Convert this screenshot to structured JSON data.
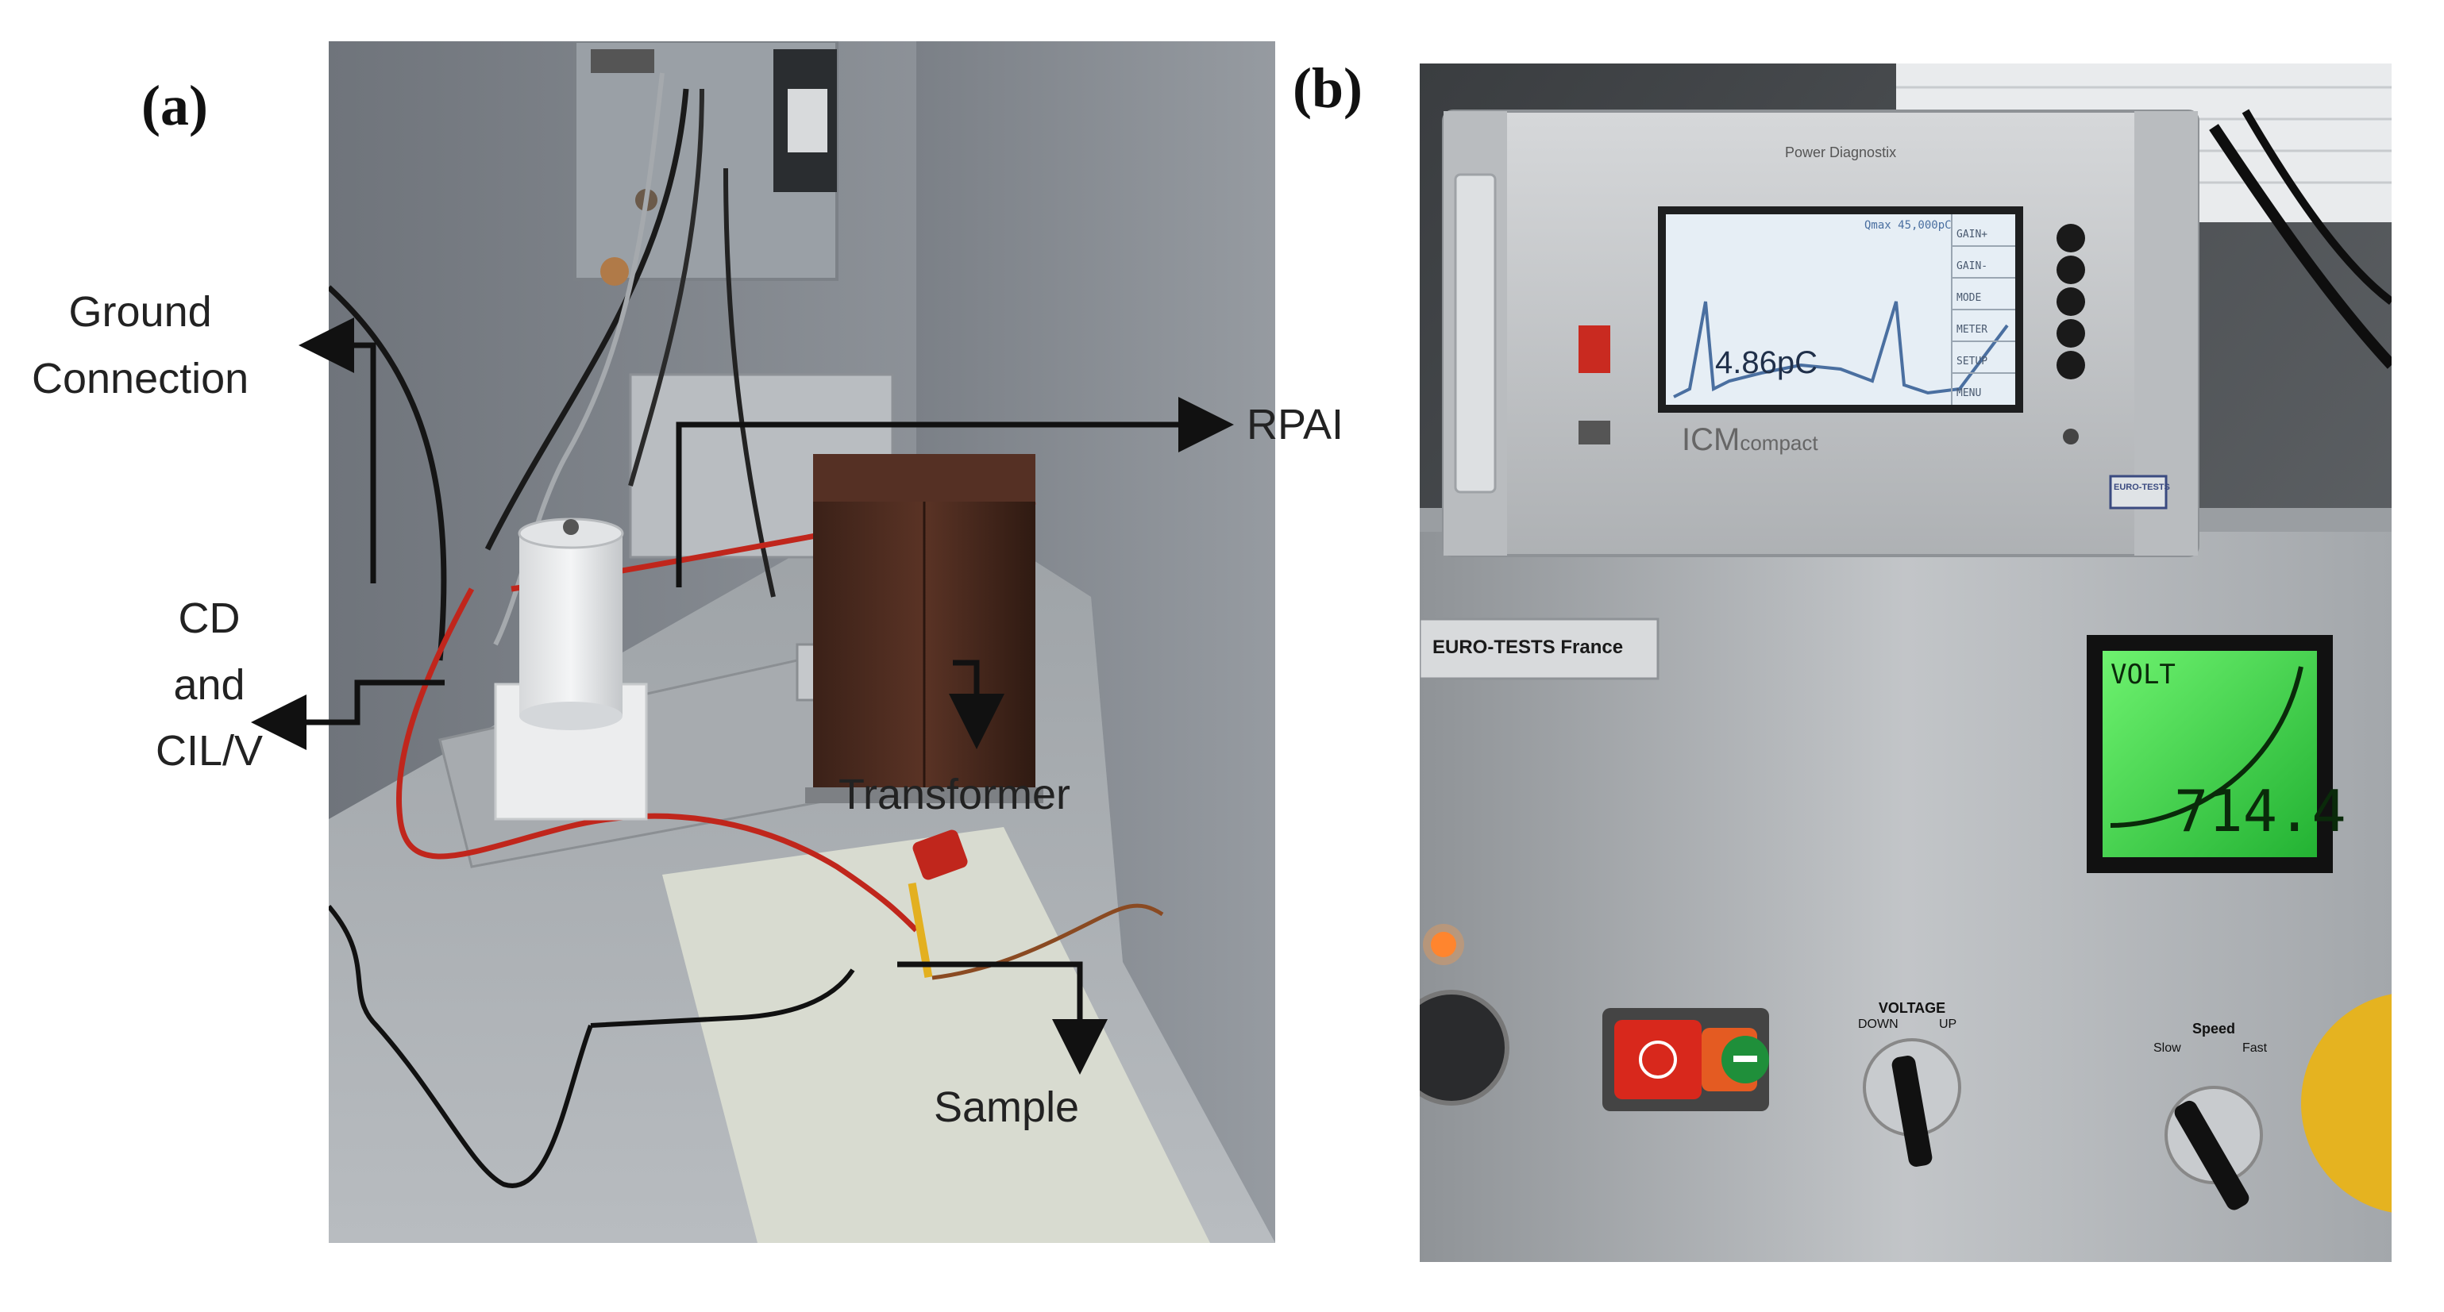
{
  "panels": {
    "a": {
      "label": "(a)",
      "callouts": {
        "ground_line1": "Ground",
        "ground_line2": "Connection",
        "rpai": "RPAI",
        "cd_line1": "CD",
        "cd_line2": "and",
        "cd_line3": "CIL/V",
        "transformer": "Transformer",
        "sample": "Sample"
      }
    },
    "b": {
      "label": "(b)",
      "device": {
        "header": "Power Diagnostix",
        "brand": "ICM",
        "brand_sub": "compact",
        "screen_reading": "4.86pC",
        "screen_top": "Qmax 45,000pC",
        "menu": [
          "GAIN+",
          "GAIN-",
          "MODE",
          "METER",
          "SETUP",
          "MENU"
        ],
        "badge": "EURO-TESTS"
      },
      "panel": {
        "plate": "EURO-TESTS France",
        "meter_label": "VOLT",
        "meter_reading": "714.4",
        "knob1_title": "VOLTAGE",
        "knob1_down": "DOWN",
        "knob1_up": "UP",
        "knob2_title": "Speed",
        "knob2_slow": "Slow",
        "knob2_fast": "Fast"
      }
    }
  },
  "colors": {
    "chamber_wall": "#8f949b",
    "chamber_floor": "#a8adb1",
    "transformer": "#4a2a1f",
    "red_cable": "#c0261c",
    "instrument_case": "#c9ccce",
    "screen": "#e6eef5",
    "meter_green": "#3cd64a",
    "panel_metal": "#b3b7ba"
  }
}
